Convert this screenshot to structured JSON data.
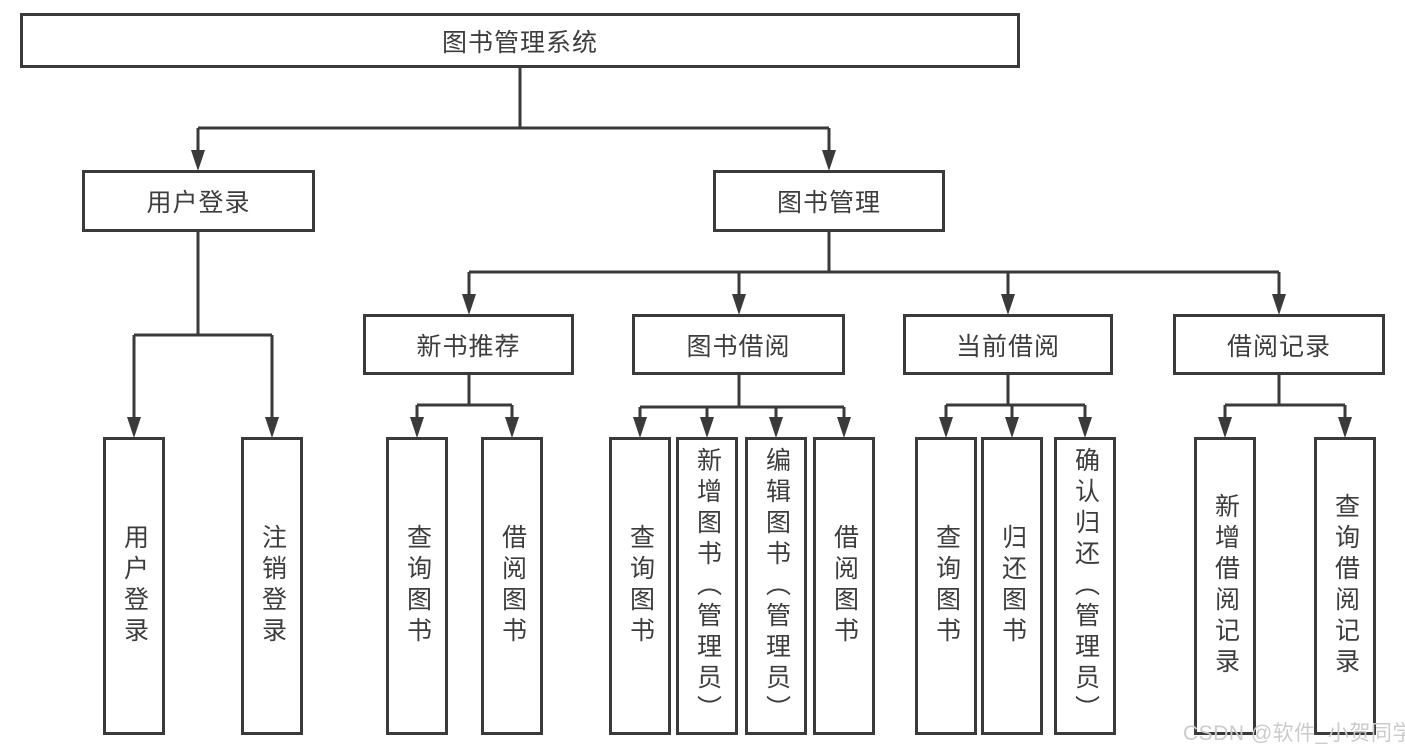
{
  "tree": {
    "root": {
      "label": "图书管理系统"
    },
    "branches": [
      {
        "label": "用户登录",
        "children": [
          {
            "label": "用户登录"
          },
          {
            "label": "注销登录"
          }
        ]
      },
      {
        "label": "图书管理",
        "children": [
          {
            "label": "新书推荐",
            "children": [
              {
                "label": "查询图书"
              },
              {
                "label": "借阅图书"
              }
            ]
          },
          {
            "label": "图书借阅",
            "children": [
              {
                "label": "查询图书"
              },
              {
                "label": "新增图书（管理员）"
              },
              {
                "label": "编辑图书（管理员）"
              },
              {
                "label": "借阅图书"
              }
            ]
          },
          {
            "label": "当前借阅",
            "children": [
              {
                "label": "查询图书"
              },
              {
                "label": "归还图书"
              },
              {
                "label": "确认归还（管理员）"
              }
            ]
          },
          {
            "label": "借阅记录",
            "children": [
              {
                "label": "新增借阅记录"
              },
              {
                "label": "查询借阅记录"
              }
            ]
          }
        ]
      }
    ]
  },
  "watermark": {
    "text": "CSDN @软件_小贺同学"
  },
  "colors": {
    "line": "#3a3a3a",
    "text": "#3d3d3d",
    "background": "#ffffff",
    "watermark": "#cbcbcb"
  }
}
